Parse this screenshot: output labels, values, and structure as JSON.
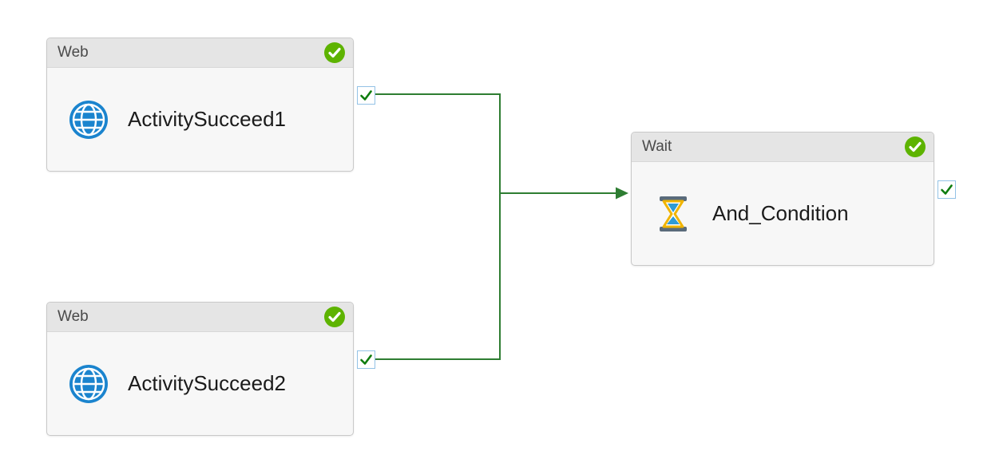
{
  "colors": {
    "connector": "#2e7d32",
    "status_green": "#5db300",
    "globe_blue": "#1b84ce",
    "check_green": "#0e7c0e",
    "hourglass_frame": "#5a6b7b",
    "hourglass_glass": "#f0b400",
    "hourglass_sand": "#2e9bd6"
  },
  "nodes": [
    {
      "type_label": "Web",
      "name": "ActivitySucceed1",
      "status_icon": "check-circle",
      "main_icon": "globe-icon"
    },
    {
      "type_label": "Web",
      "name": "ActivitySucceed2",
      "status_icon": "check-circle",
      "main_icon": "globe-icon"
    },
    {
      "type_label": "Wait",
      "name": "And_Condition",
      "status_icon": "check-circle",
      "main_icon": "hourglass-icon"
    }
  ],
  "edges": [
    {
      "from": "ActivitySucceed1",
      "from_port": "success",
      "to": "And_Condition"
    },
    {
      "from": "ActivitySucceed2",
      "from_port": "success",
      "to": "And_Condition"
    }
  ]
}
